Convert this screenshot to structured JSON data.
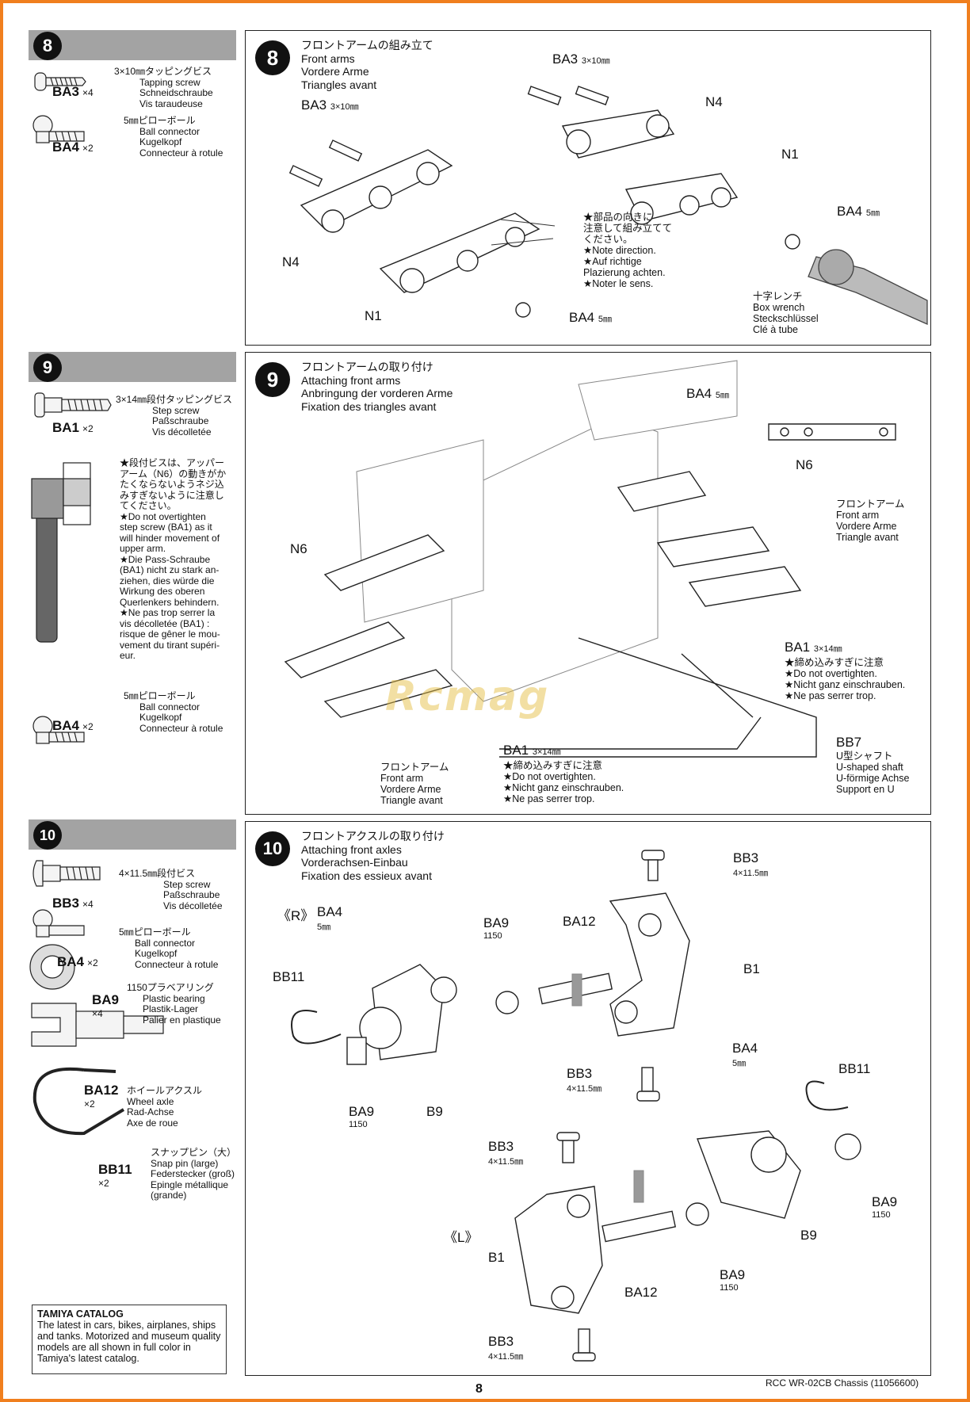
{
  "page_number": "8",
  "footer_model": "RCC WR-02CB Chassis  (11056600)",
  "catalog": {
    "title": "TAMIYA CATALOG",
    "text": "The latest in cars, bikes, airplanes, ships and tanks. Motorized and museum quality models are all shown in full color in Tamiya's latest catalog."
  },
  "step8": {
    "num": "8",
    "title_jp": "フロントアームの組み立て",
    "title_en": "Front arms",
    "title_de": "Vordere Arme",
    "title_fr": "Triangles avant",
    "parts": [
      {
        "code": "BA3",
        "qty": "×4",
        "size": "3×10㎜タッピングビス",
        "en": "Tapping screw",
        "de": "Schneidschraube",
        "fr": "Vis taraudeuse"
      },
      {
        "code": "BA4",
        "qty": "×2",
        "size": "5㎜ピローボール",
        "en": "Ball connector",
        "de": "Kugelkopf",
        "fr": "Connecteur à rotule"
      }
    ],
    "labels": {
      "ba3_left": "BA3",
      "ba3_left_size": "3×10㎜",
      "ba3_right": "BA3",
      "ba3_right_size": "3×10㎜",
      "n4_left": "N4",
      "n4_right": "N4",
      "n1_left": "N1",
      "n1_right": "N1",
      "ba4_bottom": "BA4",
      "ba4_bottom_size": "5㎜",
      "ba4_right": "BA4",
      "ba4_right_size": "5㎜"
    },
    "note": [
      "★部品の向きに",
      "注意して組み立てて",
      "ください。",
      "★Note direction.",
      "★Auf richtige",
      "Plazierung achten.",
      "★Noter le sens."
    ],
    "wrench": [
      "十字レンチ",
      "Box wrench",
      "Steckschlüssel",
      "Clé à tube"
    ]
  },
  "step9": {
    "num": "9",
    "title_jp": "フロントアームの取り付け",
    "title_en": "Attaching front arms",
    "title_de": "Anbringung der vorderen Arme",
    "title_fr": "Fixation des triangles avant",
    "parts": [
      {
        "code": "BA1",
        "qty": "×2",
        "size": "3×14㎜段付タッピングビス",
        "en": "Step screw",
        "de": "Paßschraube",
        "fr": "Vis décolletée"
      },
      {
        "code": "BA4",
        "qty": "×2",
        "size": "5㎜ピローボール",
        "en": "Ball connector",
        "de": "Kugelkopf",
        "fr": "Connecteur à rotule"
      }
    ],
    "side_note": [
      "★段付ビスは、アッパー",
      "アーム（N6）の動きがか",
      "たくならないようネジ込",
      "みすぎないように注意し",
      "てください。",
      "★Do not overtighten",
      "step screw (BA1) as it",
      "will hinder movement of",
      "upper arm.",
      "★Die Pass-Schraube",
      "(BA1) nicht zu stark an-",
      "ziehen, dies würde die",
      "Wirkung des oberen",
      "Querlenkers behindern.",
      "★Ne pas trop serrer la",
      "vis décolletée (BA1) :",
      "risque de gêner le mou-",
      "vement du tirant supéri-",
      "eur."
    ],
    "labels": {
      "ba4": "BA4",
      "ba4_size": "5㎜",
      "n6_right": "N6",
      "n6_left": "N6",
      "ba1_right": "BA1",
      "ba1_right_size": "3×14㎜",
      "ba1_bottom": "BA1",
      "ba1_bottom_size": "3×14㎜",
      "bb7": "BB7"
    },
    "front_arm_right": [
      "フロントアーム",
      "Front arm",
      "Vordere Arme",
      "Triangle avant"
    ],
    "front_arm_bottom": [
      "フロントアーム",
      "Front arm",
      "Vordere Arme",
      "Triangle avant"
    ],
    "ba1_note": [
      "★締め込みすぎに注意",
      "★Do not overtighten.",
      "★Nicht ganz einschrauben.",
      "★Ne pas serrer trop."
    ],
    "bb7_desc": [
      "U型シャフト",
      "U-shaped shaft",
      "U-förmige Achse",
      "Support en U"
    ],
    "watermark": "Rcmag"
  },
  "step10": {
    "num": "10",
    "title_jp": "フロントアクスルの取り付け",
    "title_en": "Attaching front axles",
    "title_de": "Vorderachsen-Einbau",
    "title_fr": "Fixation des essieux avant",
    "parts": [
      {
        "code": "BB3",
        "qty": "×4",
        "size": "4×11.5㎜段付ビス",
        "en": "Step screw",
        "de": "Paßschraube",
        "fr": "Vis décolletée"
      },
      {
        "code": "BA4",
        "qty": "×2",
        "size": "5㎜ピローボール",
        "en": "Ball connector",
        "de": "Kugelkopf",
        "fr": "Connecteur à rotule"
      },
      {
        "code": "BA9",
        "qty": "×4",
        "size": "1150プラベアリング",
        "en": "Plastic bearing",
        "de": "Plastik-Lager",
        "fr": "Palier en plastique"
      },
      {
        "code": "BA12",
        "qty": "×2",
        "size": "ホイールアクスル",
        "en": "Wheel axle",
        "de": "Rad-Achse",
        "fr": "Axe de roue"
      },
      {
        "code": "BB11",
        "qty": "×2",
        "size": "スナップピン（大）",
        "en": "Snap pin (large)",
        "de": "Federstecker (groß)",
        "fr": "Epingle métallique (grande)"
      }
    ],
    "labels": {
      "r": "《R》",
      "l": "《L》",
      "bb3_a": "BB3",
      "bb3_size": "4×11.5㎜",
      "ba4_a": "BA4",
      "ba4_size": "5㎜",
      "ba9": "BA9",
      "ba9_size": "1150",
      "ba12": "BA12",
      "b1": "B1",
      "b9": "B9",
      "bb11": "BB11"
    }
  }
}
